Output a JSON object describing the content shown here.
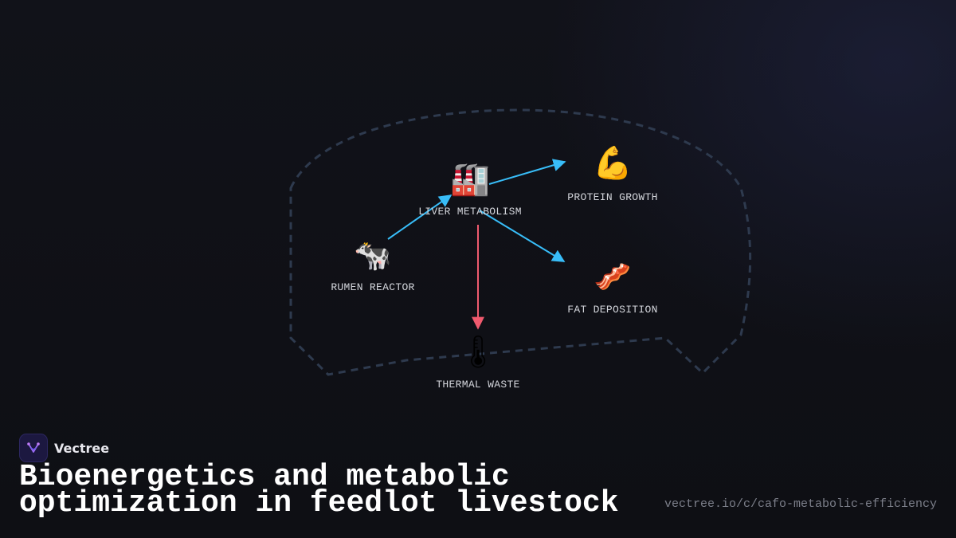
{
  "diagram": {
    "nodes": [
      {
        "id": "rumen",
        "label": "RUMEN REACTOR",
        "icon": "cow-icon",
        "glyph": "🐄"
      },
      {
        "id": "liver",
        "label": "LIVER METABOLISM",
        "icon": "factory-icon",
        "glyph": "🏭"
      },
      {
        "id": "protein",
        "label": "PROTEIN GROWTH",
        "icon": "flexed-biceps-icon",
        "glyph": "💪"
      },
      {
        "id": "fat",
        "label": "FAT DEPOSITION",
        "icon": "bacon-icon",
        "glyph": "🥓"
      },
      {
        "id": "thermal",
        "label": "THERMAL WASTE",
        "icon": "thermometer-icon",
        "glyph": "🌡"
      }
    ],
    "edges": [
      {
        "from": "rumen",
        "to": "liver",
        "color": "#38bdf8"
      },
      {
        "from": "liver",
        "to": "protein",
        "color": "#38bdf8"
      },
      {
        "from": "liver",
        "to": "fat",
        "color": "#38bdf8"
      },
      {
        "from": "liver",
        "to": "thermal",
        "color": "#f05a6e"
      }
    ],
    "outline_color": "#2e3a4e"
  },
  "brand": {
    "name": "Vectree",
    "logo_icon": "vectree-logo-icon"
  },
  "title": "Bioenergetics and metabolic optimization in feedlot livestock",
  "url": "vectree.io/c/cafo-metabolic-efficiency"
}
